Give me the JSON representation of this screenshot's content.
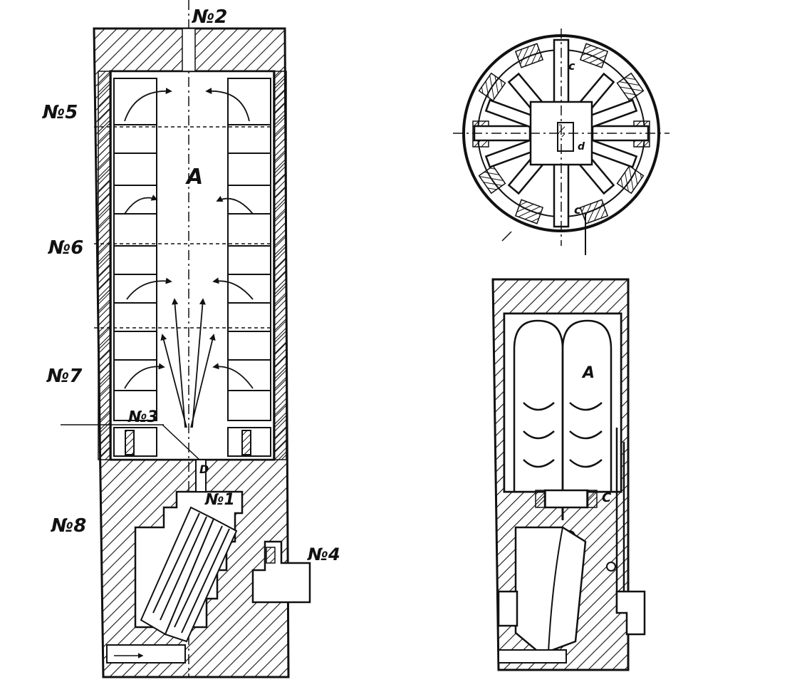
{
  "labels": {
    "n1": "№1",
    "n2": "№2",
    "n3": "№3",
    "n4": "№4",
    "n5": "№5",
    "n6": "№6",
    "n7": "№7",
    "n8": "№8",
    "chamber_a": "A",
    "chamber_a_small": "A",
    "port_d": "D",
    "c_top": "c",
    "c_bottom": "c",
    "c_right": "C",
    "d_center": "d"
  },
  "colors": {
    "ink": "#111111",
    "paper": "#ffffff"
  }
}
